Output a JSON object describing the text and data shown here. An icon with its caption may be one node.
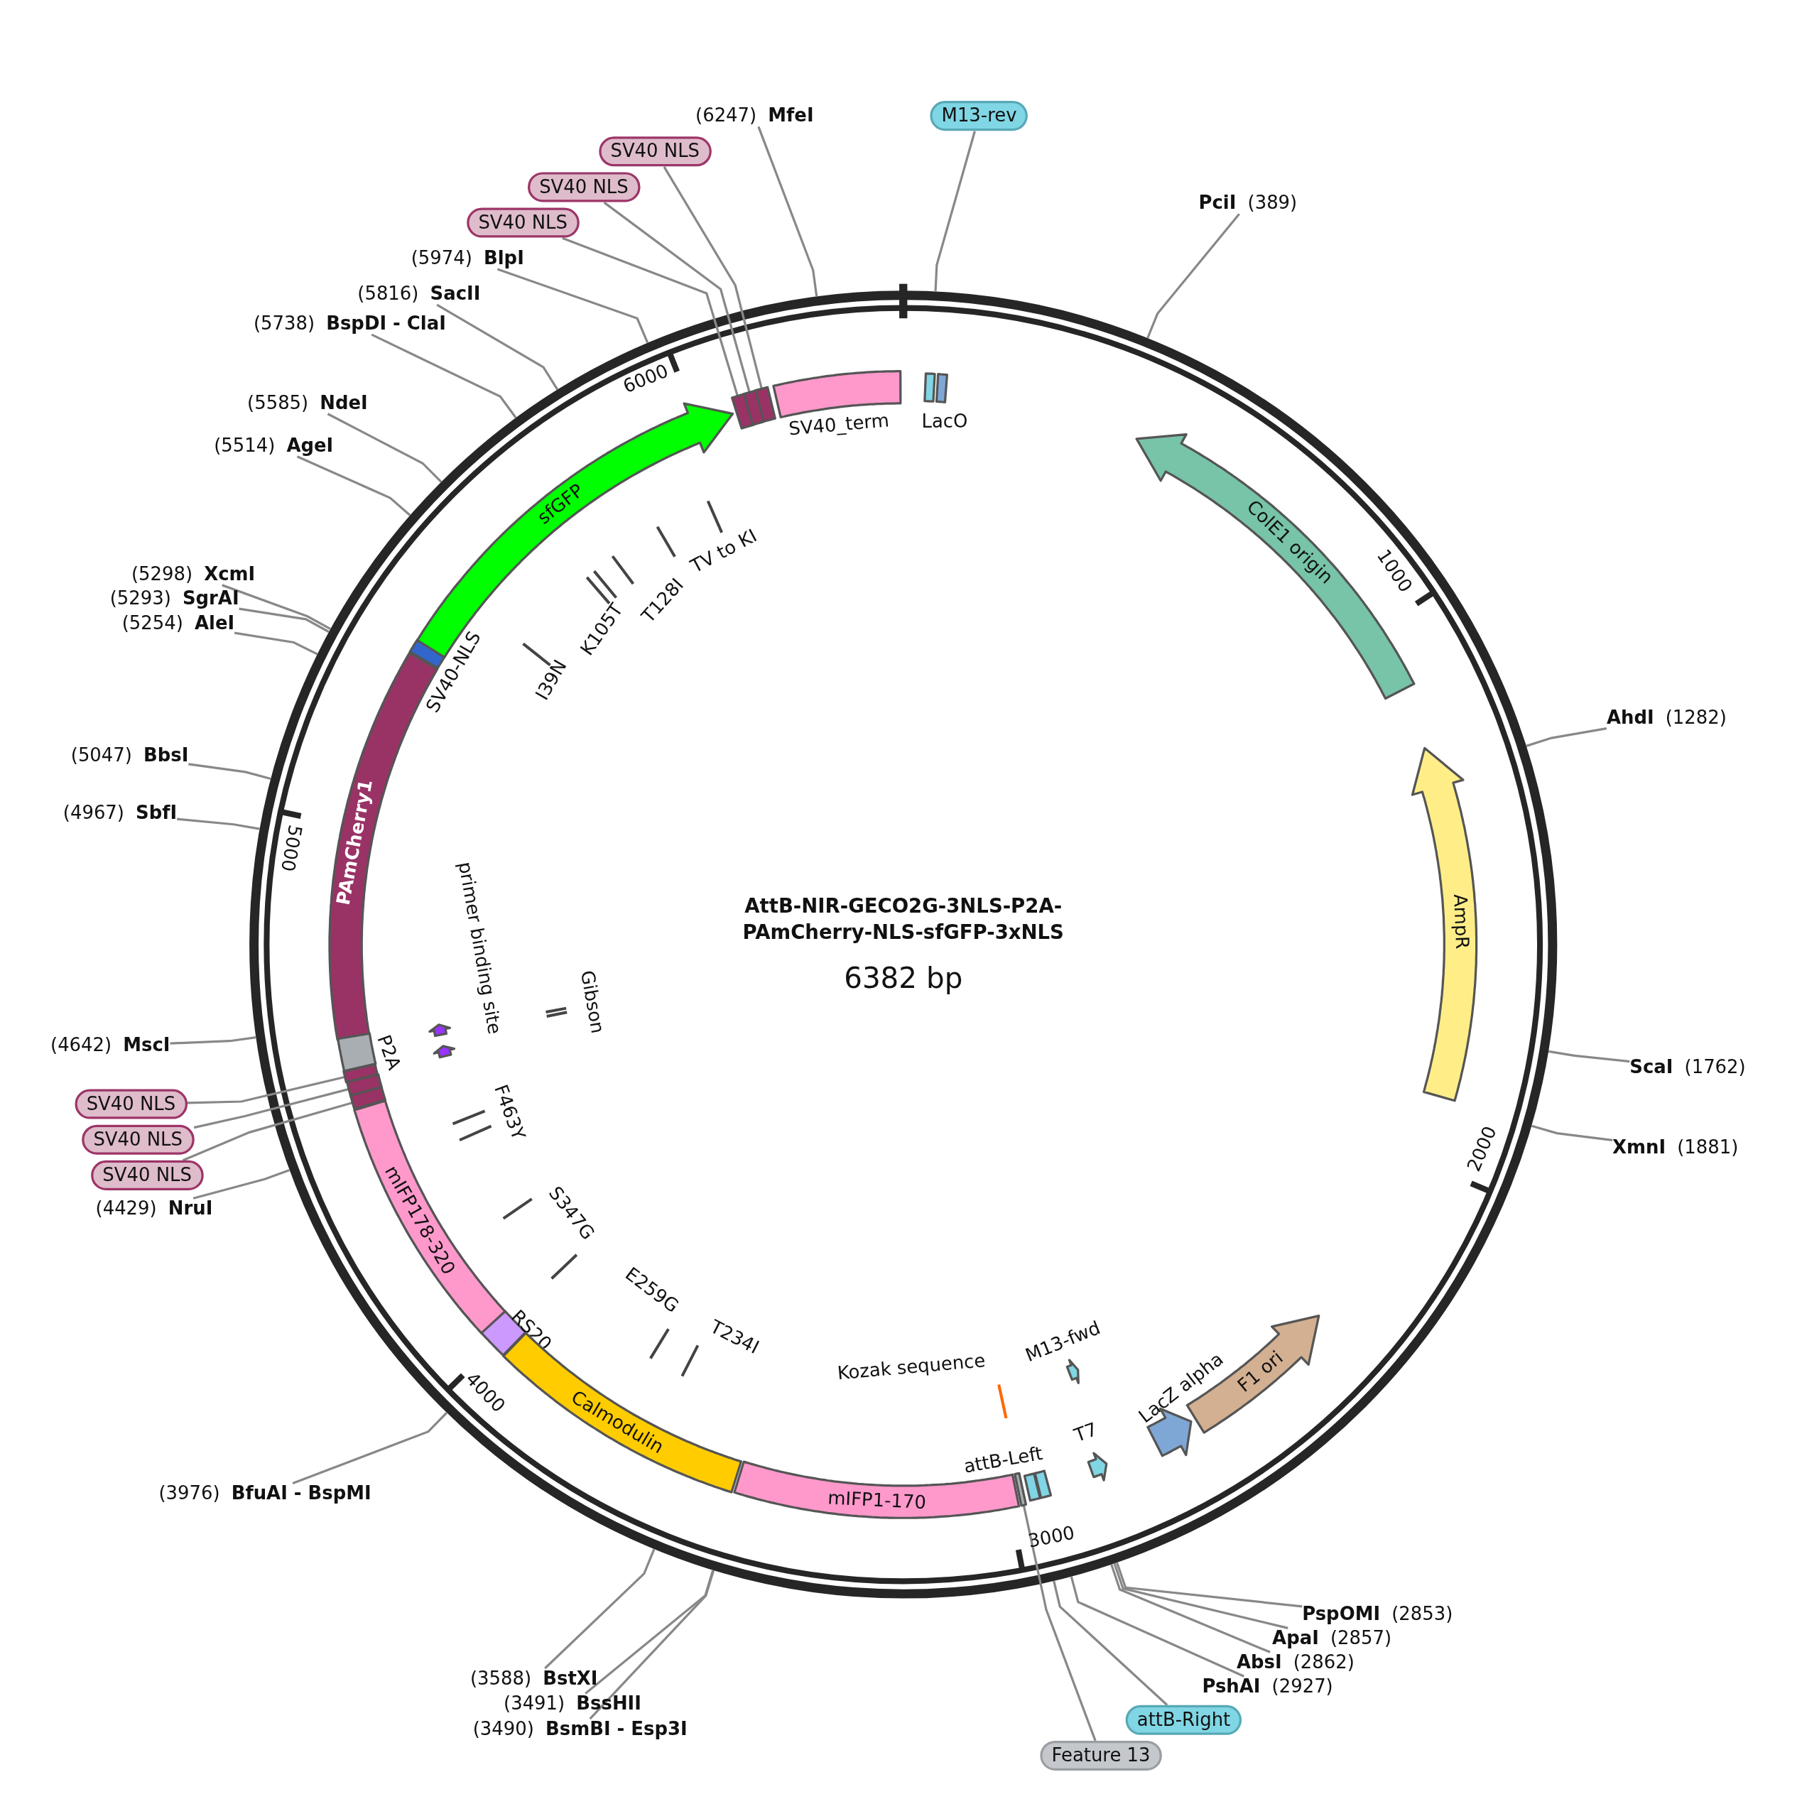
{
  "diagram": {
    "title": "AttB-NIR-GECO2G-3NLS-P2A-PAmCherry-NLS-sfGFP-3xNLS",
    "nodes": [
      {
        "text": [
          "(6247)",
          "MfeI"
        ]
      },
      {
        "text": [
          "(5974)",
          "BlpI"
        ]
      },
      {
        "text": [
          "(5816)",
          "SacII"
        ]
      },
      {
        "text": [
          "(5738)",
          "BspDI - ClaI"
        ]
      },
      {
        "text": [
          "(5585)",
          "NdeI"
        ]
      },
      {
        "text": [
          "(5514)",
          "AgeI"
        ]
      },
      {
        "text": [
          "(5298)",
          "XcmI"
        ]
      },
      {
        "text": [
          "(5293)",
          "SgrAI"
        ]
      },
      {
        "text": [
          "(5254)",
          "AleI"
        ]
      },
      {
        "text": [
          "(5047)",
          "BbsI"
        ]
      },
      {
        "text": [
          "(4967)",
          "SbfI"
        ]
      },
      {
        "text": [
          "(4642)",
          "MscI"
        ]
      },
      {
        "text": [
          "(4429)",
          "NruI"
        ]
      },
      {
        "text": [
          "(3976)",
          "BfuAI - BspMI"
        ]
      },
      {
        "text": [
          "(3588)",
          "BstXI"
        ]
      },
      {
        "text": [
          "(3491)",
          "BssHII"
        ]
      },
      {
        "text": [
          "(3490)",
          "BsmBI - Esp3I"
        ]
      },
      {
        "text": [
          "PciI",
          "(389)"
        ]
      },
      {
        "text": [
          "AhdI",
          "(1282)"
        ]
      },
      {
        "text": [
          "ScaI",
          "(1762)"
        ]
      },
      {
        "text": [
          "XmnI",
          "(1881)"
        ]
      },
      {
        "text": [
          "PspOMI",
          "(2853)"
        ]
      },
      {
        "text": [
          "ApaI",
          "(2857)"
        ]
      },
      {
        "text": [
          "AbsI",
          "(2862)"
        ]
      },
      {
        "text": [
          "PshAI",
          "(2927)"
        ]
      },
      {
        "text": [
          "SV40 NLS"
        ]
      },
      {
        "text": [
          "SV40 NLS"
        ]
      },
      {
        "text": [
          "SV40 NLS"
        ]
      },
      {
        "text": [
          "M13-rev"
        ]
      },
      {
        "text": [
          "SV40 NLS"
        ]
      },
      {
        "text": [
          "SV40 NLS"
        ]
      },
      {
        "text": [
          "SV40 NLS"
        ]
      },
      {
        "text": [
          "attB-Right"
        ]
      },
      {
        "text": [
          "Feature 13"
        ]
      },
      {
        "text": [
          "sfGFP"
        ]
      },
      {
        "text": [
          "SV40-NLS"
        ]
      },
      {
        "text": [
          "PAmCherry1"
        ]
      },
      {
        "text": [
          "P2A"
        ]
      },
      {
        "text": [],
        "shape": "box"
      },
      {
        "text": [],
        "shape": "box"
      },
      {
        "text": [],
        "shape": "box"
      },
      {
        "text": [
          "mIFP178-320"
        ]
      },
      {
        "text": [
          "RS20"
        ]
      },
      {
        "text": [
          "Calmodulin"
        ]
      },
      {
        "text": [
          "mIFP1-170"
        ]
      },
      {
        "text": [],
        "shape": "bar"
      },
      {
        "text": [
          "attB-Left"
        ]
      },
      {
        "text": [
          "T7"
        ]
      },
      {
        "text": [
          "M13-fwd"
        ]
      },
      {
        "text": [
          "Kozak sequence"
        ]
      },
      {
        "text": [
          "LacZ alpha"
        ]
      },
      {
        "text": [
          "F1 ori"
        ]
      },
      {
        "text": [
          "AmpR"
        ]
      },
      {
        "text": [
          "ColE1 origin"
        ]
      },
      {
        "text": [
          "LacO"
        ]
      },
      {
        "text": [
          "SV40_term"
        ]
      },
      {
        "text": [],
        "shape": "box"
      },
      {
        "text": [],
        "shape": "box"
      },
      {
        "text": [],
        "shape": "box"
      },
      {
        "text": [
          "primer binding site"
        ]
      },
      {
        "text": [
          "Gibson"
        ]
      },
      {
        "text": [
          "I39N"
        ]
      },
      {
        "text": [
          "K105T"
        ]
      },
      {
        "text": [
          "T128I"
        ]
      },
      {
        "text": [
          "TV to KI"
        ]
      },
      {
        "text": [
          "F463Y"
        ]
      },
      {
        "text": [
          "S347G"
        ]
      },
      {
        "text": [
          "E259G"
        ]
      },
      {
        "text": [
          "T234I"
        ]
      }
    ],
    "edges": [
      {
        "from": 0,
        "to": null,
        "arrow": "none"
      },
      {
        "from": 1,
        "to": null,
        "arrow": "none"
      },
      {
        "from": 2,
        "to": null,
        "arrow": "none"
      },
      {
        "from": 3,
        "to": null,
        "arrow": "none"
      },
      {
        "from": 4,
        "to": null,
        "arrow": "none"
      },
      {
        "from": 5,
        "to": null,
        "arrow": "none"
      },
      {
        "from": 6,
        "to": null,
        "arrow": "none"
      },
      {
        "from": 7,
        "to": null,
        "arrow": "none"
      },
      {
        "from": 8,
        "to": null,
        "arrow": "none"
      },
      {
        "from": 9,
        "to": null,
        "arrow": "none"
      },
      {
        "from": 10,
        "to": null,
        "arrow": "none"
      },
      {
        "from": 11,
        "to": null,
        "arrow": "none"
      },
      {
        "from": 12,
        "to": null,
        "arrow": "none"
      },
      {
        "from": 13,
        "to": null,
        "arrow": "none"
      },
      {
        "from": 14,
        "to": null,
        "arrow": "none"
      },
      {
        "from": 15,
        "to": null,
        "arrow": "none"
      },
      {
        "from": 16,
        "to": null,
        "arrow": "none"
      },
      {
        "from": 17,
        "to": null,
        "arrow": "none"
      },
      {
        "from": 18,
        "to": null,
        "arrow": "none"
      },
      {
        "from": 19,
        "to": null,
        "arrow": "none"
      },
      {
        "from": 20,
        "to": null,
        "arrow": "none"
      },
      {
        "from": 21,
        "to": null,
        "arrow": "none"
      },
      {
        "from": 22,
        "to": null,
        "arrow": "none"
      },
      {
        "from": 23,
        "to": null,
        "arrow": "none"
      },
      {
        "from": 24,
        "to": null,
        "arrow": "none"
      },
      {
        "from": 25,
        "to": 56,
        "arrow": "none"
      },
      {
        "from": 26,
        "to": 57,
        "arrow": "none"
      },
      {
        "from": 27,
        "to": 58,
        "arrow": "none"
      },
      {
        "from": 28,
        "to": null,
        "arrow": "none"
      },
      {
        "from": 29,
        "to": 38,
        "arrow": "none"
      },
      {
        "from": 30,
        "to": 39,
        "arrow": "none"
      },
      {
        "from": 31,
        "to": 40,
        "arrow": "none"
      },
      {
        "from": 32,
        "to": null,
        "arrow": "none"
      },
      {
        "from": 33,
        "to": 45,
        "arrow": "none"
      }
    ],
    "labels": [
      "6382 bp",
      "1000",
      "2000",
      "3000",
      "4000",
      "5000",
      "6000"
    ]
  }
}
